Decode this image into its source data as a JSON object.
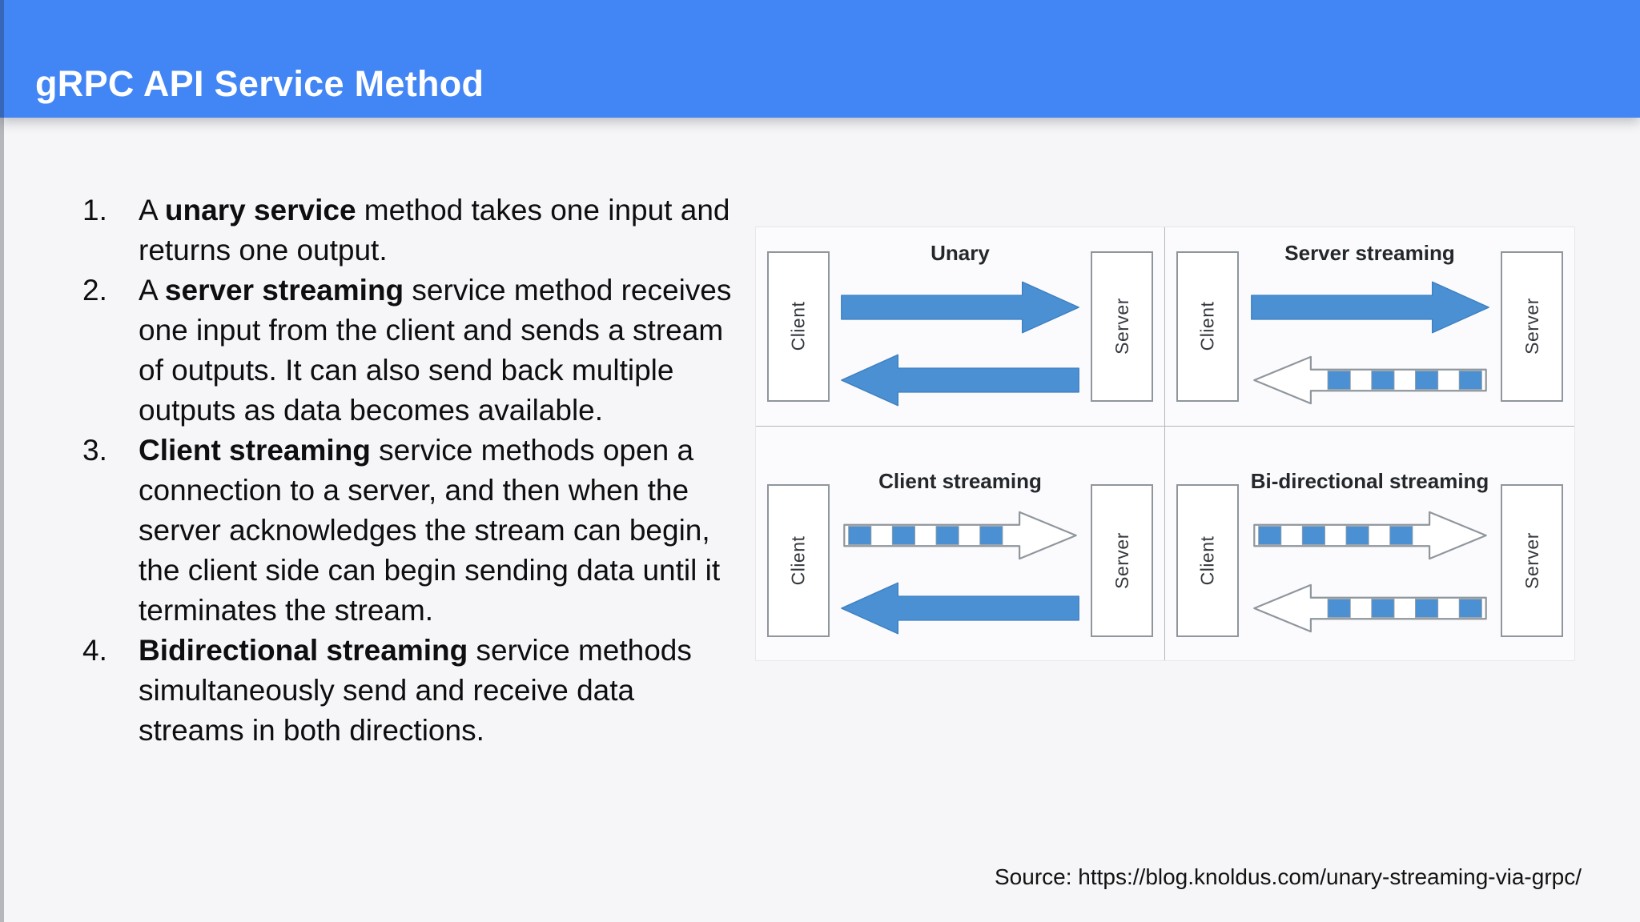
{
  "header": {
    "title": "gRPC API Service Method",
    "background_color": "#4285f4",
    "text_color": "#ffffff"
  },
  "list": {
    "items": [
      {
        "num": "1.",
        "prefix": "A ",
        "term": "unary service",
        "rest": " method takes one input and returns one output."
      },
      {
        "num": "2.",
        "prefix": "A ",
        "term": "server streaming",
        "rest": " service method receives one input from the client and sends a stream of outputs. It can also send back multiple outputs as data becomes available."
      },
      {
        "num": "3.",
        "prefix": "",
        "term": "Client streaming",
        "rest": " service methods open a connection to a server, and then when the server acknowledges the stream can begin, the client side can begin sending data until it terminates the stream."
      },
      {
        "num": "4.",
        "prefix": "",
        "term": "Bidirectional streaming",
        "rest": " service methods simultaneously send and receive data streams in both directions."
      }
    ]
  },
  "diagram": {
    "arrow_color": "#4a90d2",
    "outline_color": "#8f969c",
    "quadrants": [
      {
        "title": "Unary",
        "left_label": "Client",
        "right_label": "Server",
        "arrows": [
          "solid-right",
          "solid-left"
        ]
      },
      {
        "title": "Server streaming",
        "left_label": "Client",
        "right_label": "Server",
        "arrows": [
          "solid-right",
          "striped-left"
        ]
      },
      {
        "title": "Client streaming",
        "left_label": "Client",
        "right_label": "Server",
        "arrows": [
          "striped-right",
          "solid-left"
        ]
      },
      {
        "title": "Bi-directional streaming",
        "left_label": "Client",
        "right_label": "Server",
        "arrows": [
          "striped-right",
          "striped-left"
        ]
      }
    ]
  },
  "footer": {
    "source": "Source: https://blog.knoldus.com/unary-streaming-via-grpc/"
  }
}
